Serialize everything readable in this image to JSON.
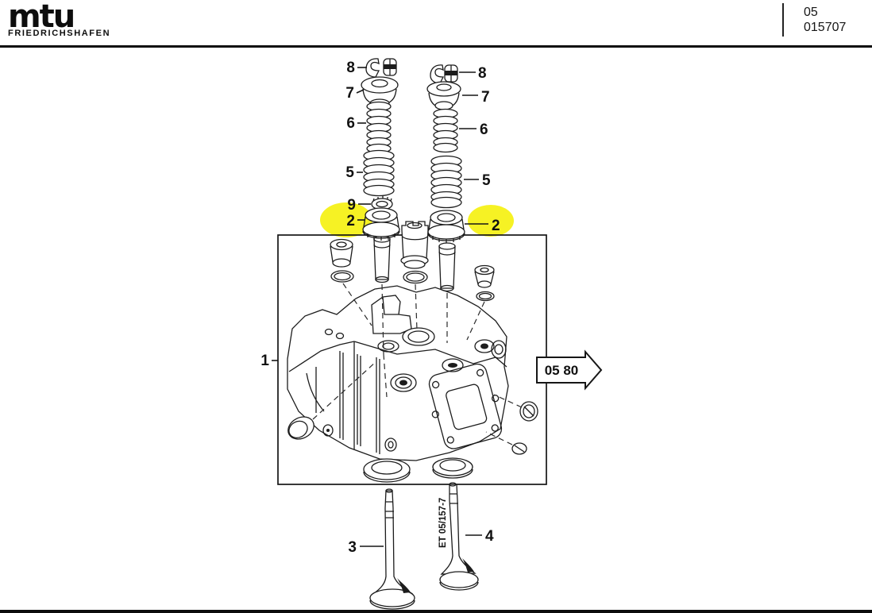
{
  "header": {
    "logo": "mtu",
    "logo_sub": "FRIEDRICHSHAFEN",
    "code_top": "05",
    "code_bottom": "015707"
  },
  "diagram": {
    "ref_arrow_label": "05 80",
    "side_annotation": "ET 05/157-7",
    "highlight_color": "#f6f224",
    "ink_color": "#1c1c1c",
    "part_labels": {
      "left": {
        "cotters": "8",
        "retainer": "7",
        "outer_spring": "6",
        "inner_spring": "5",
        "rotator_ring": "9",
        "seal": "2"
      },
      "right": {
        "cotters": "8",
        "retainer": "7",
        "outer_spring": "6",
        "inner_spring": "5",
        "seal": "2"
      },
      "cylinder_head": "1",
      "valve_left": "3",
      "valve_right": "4"
    }
  }
}
